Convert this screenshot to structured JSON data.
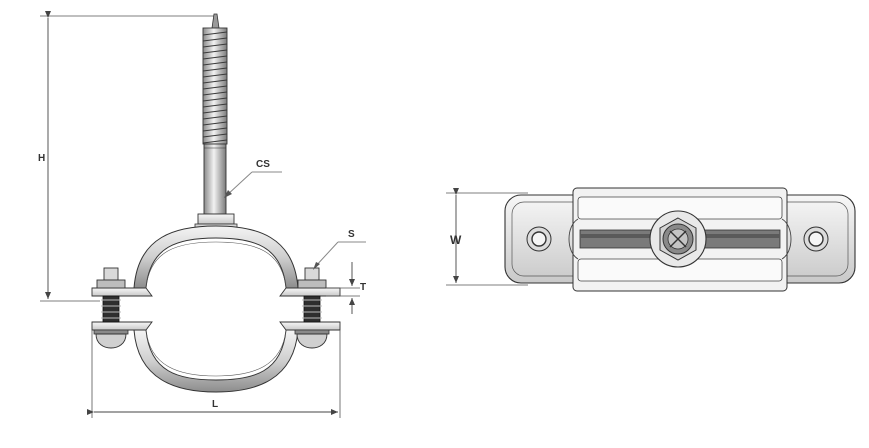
{
  "labels": {
    "height": "H",
    "cs": "CS",
    "s": "S",
    "thickness": "T",
    "length": "L",
    "width": "W"
  },
  "colors": {
    "line": "#333333",
    "dim_line": "#444444",
    "leader": "#888888",
    "metal_light": "#e8e8e8",
    "metal_mid": "#bcbcbc",
    "metal_dark": "#6a6a6a"
  },
  "icons": {
    "side_view": "pipe-clamp-side-view",
    "top_view": "pipe-clamp-top-view"
  }
}
